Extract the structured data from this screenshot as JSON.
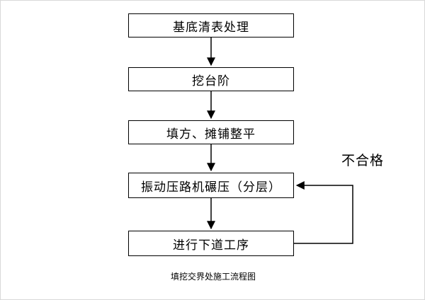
{
  "flowchart": {
    "caption": "填挖交界处施工流程图",
    "nodes": [
      {
        "label": "基底清表处理"
      },
      {
        "label": "挖台阶"
      },
      {
        "label": "填方、摊铺整平"
      },
      {
        "label": "振动压路机碾压（分层）"
      },
      {
        "label": "进行下道工序"
      }
    ],
    "feedback_label": "不合格",
    "line_color": "#000000"
  }
}
